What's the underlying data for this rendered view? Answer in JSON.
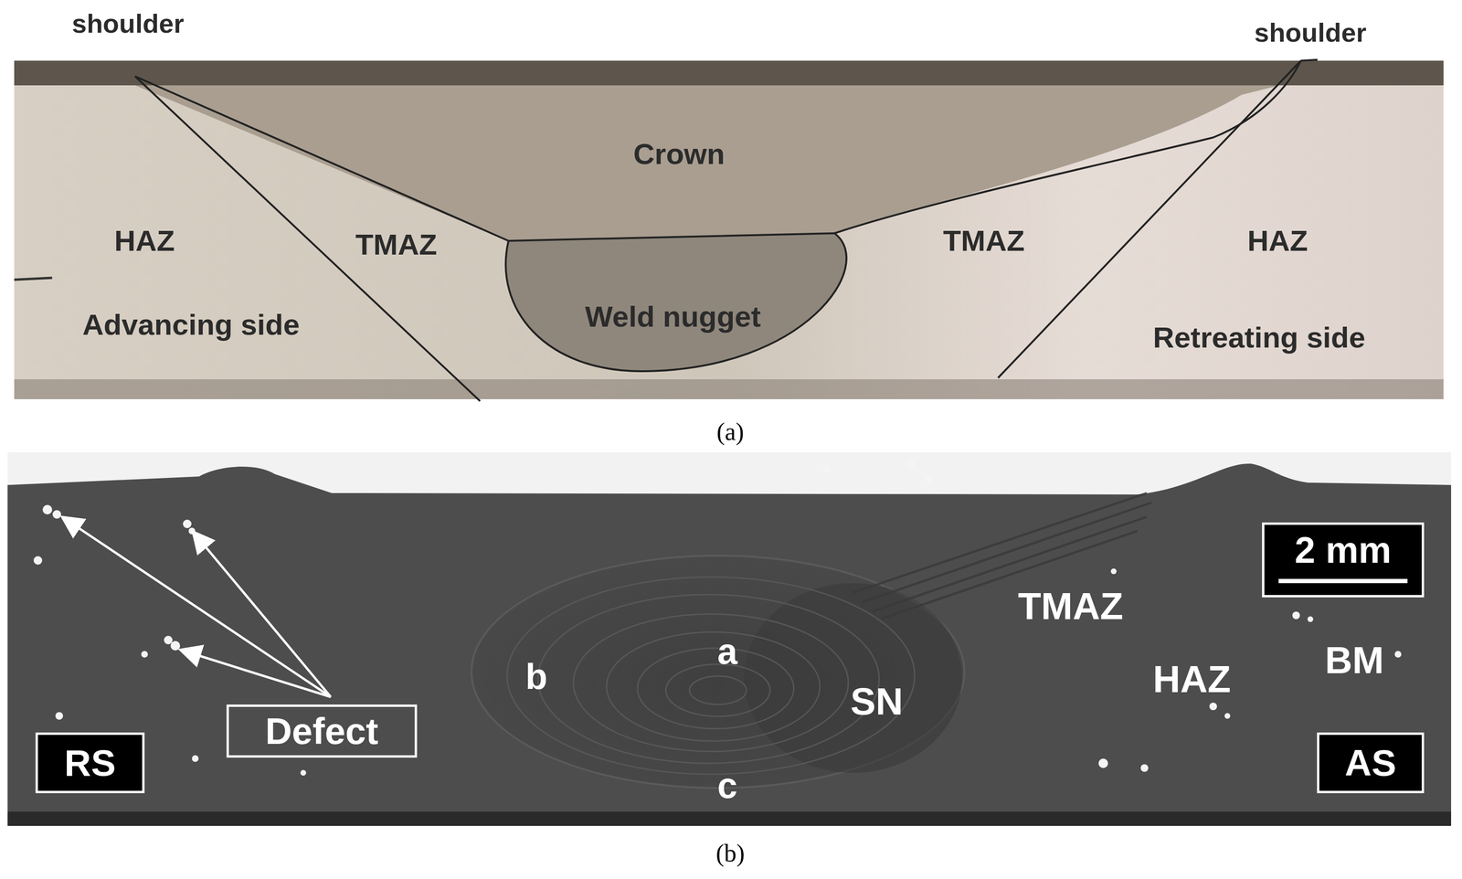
{
  "diagram": {
    "nodes": [
      {
        "text": [
          "Weld nugget"
        ]
      },
      {
        "text": [
          "Defect"
        ]
      },
      {
        "text": [
          "RS"
        ]
      },
      {
        "text": [
          "AS"
        ]
      },
      {
        "text": [
          "2 mm"
        ]
      }
    ],
    "labels": [
      "shoulder",
      "shoulder",
      "Crown",
      "HAZ",
      "TMAZ",
      "Advancing side",
      "TMAZ",
      "HAZ",
      "Retreating side",
      "(a)",
      "TMAZ",
      "HAZ",
      "BM",
      "SN",
      "a",
      "b",
      "c",
      "(b)"
    ]
  }
}
